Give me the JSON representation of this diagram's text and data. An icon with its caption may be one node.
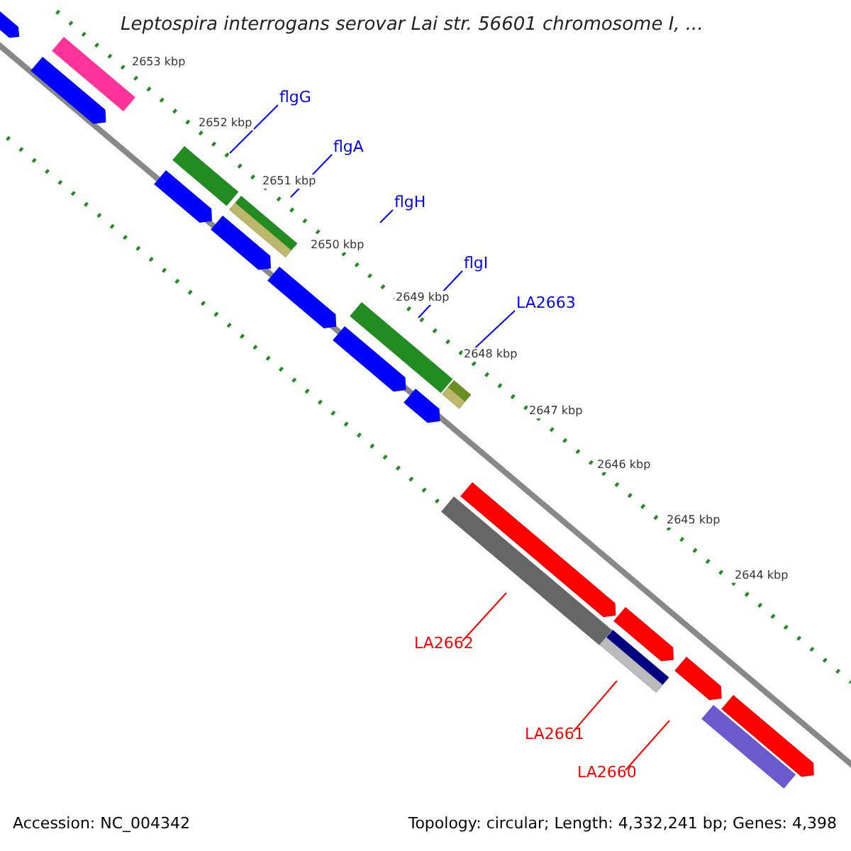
{
  "diagram": {
    "title": "Leptospira interrogans serovar Lai str. 56601 chromosome I, ...",
    "nodes": [
      {
        "text": [
          "flgG"
        ]
      },
      {
        "text": [],
        "shape": "bar"
      },
      {
        "text": [
          "flgA"
        ]
      },
      {
        "text": [],
        "shape": "bar"
      },
      {
        "text": [
          "flgH"
        ]
      },
      {
        "text": [
          "flgI"
        ]
      },
      {
        "text": [],
        "shape": "bar"
      },
      {
        "text": [
          "LA2663"
        ]
      },
      {
        "text": [],
        "shape": "bar"
      },
      {
        "text": [],
        "shape": "bar"
      },
      {
        "text": [
          "LA2662"
        ]
      },
      {
        "text": [],
        "shape": "bar"
      },
      {
        "text": [
          "LA2661"
        ]
      },
      {
        "text": [],
        "shape": "bar"
      },
      {
        "text": [
          "LA2660"
        ]
      },
      {
        "text": [],
        "shape": "bar"
      },
      {
        "text": [],
        "shape": "bar"
      },
      {
        "text": [],
        "shape": "bar"
      },
      {
        "text": [],
        "shape": "bar"
      },
      {
        "text": [],
        "shape": "bar"
      },
      {
        "text": [],
        "shape": "bar"
      },
      {
        "text": [],
        "shape": "bar"
      },
      {
        "text": [],
        "shape": "bar"
      },
      {
        "text": [],
        "shape": "bar"
      },
      {
        "text": [],
        "shape": "bar"
      },
      {
        "text": [],
        "shape": "bar"
      },
      {
        "text": [],
        "shape": "bar"
      }
    ],
    "edges": [
      {
        "from": 0,
        "to": 1,
        "arrow": "none"
      },
      {
        "from": 2,
        "to": 3,
        "arrow": "none"
      },
      {
        "from": 4,
        "to": null,
        "arrow": "none"
      },
      {
        "from": 5,
        "to": 6,
        "arrow": "none"
      },
      {
        "from": 7,
        "to": 8,
        "arrow": "none"
      },
      {
        "from": 10,
        "to": 9,
        "arrow": "none",
        "color": "#ff0000"
      },
      {
        "from": 12,
        "to": 11,
        "arrow": "none",
        "color": "#ff0000"
      },
      {
        "from": 14,
        "to": 13,
        "arrow": "none",
        "color": "#ff0000"
      }
    ],
    "labels": [
      "2653 kbp",
      "2652 kbp",
      "2651 kbp",
      "2650 kbp",
      "2649 kbp",
      "2648 kbp",
      "2647 kbp",
      "2646 kbp",
      "2645 kbp",
      "2644 kbp",
      "Accession: NC_004342",
      "Topology: circular; Length: 4,332,241 bp; Genes: 4,398"
    ]
  }
}
